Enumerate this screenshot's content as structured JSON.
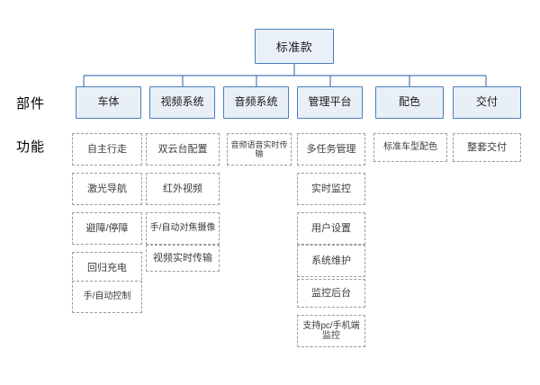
{
  "diagram": {
    "root": {
      "label": "标准款"
    },
    "row_labels": [
      {
        "label": "部件"
      },
      {
        "label": "功能"
      }
    ],
    "categories": [
      {
        "label": "车体"
      },
      {
        "label": "视频系统"
      },
      {
        "label": "音频系统"
      },
      {
        "label": "管理平台"
      },
      {
        "label": "配色"
      },
      {
        "label": "交付"
      }
    ],
    "columns": [
      {
        "category": "车体",
        "items": [
          {
            "label": "自主行走"
          },
          {
            "label": "激光导航"
          },
          {
            "label": "避障/停障"
          },
          {
            "label": "回归充电"
          },
          {
            "label": "手/自动控制"
          }
        ]
      },
      {
        "category": "视频系统",
        "items": [
          {
            "label": "双云台配置"
          },
          {
            "label": "红外视频"
          },
          {
            "label": "手/自动对焦摄像"
          },
          {
            "label": "视频实时传输"
          }
        ]
      },
      {
        "category": "音频系统",
        "items": [
          {
            "label": "音频语音实时传输"
          }
        ]
      },
      {
        "category": "管理平台",
        "items": [
          {
            "label": "多任务管理"
          },
          {
            "label": "实时监控"
          },
          {
            "label": "用户设置"
          },
          {
            "label": "系统维护"
          },
          {
            "label": "监控后台"
          },
          {
            "label": "支持pc/手机端监控"
          }
        ]
      },
      {
        "category": "配色",
        "items": [
          {
            "label": "标准车型配色"
          }
        ]
      },
      {
        "category": "交付",
        "items": [
          {
            "label": "整套交付"
          }
        ]
      }
    ],
    "colors": {
      "node_border": "#4a7ebb",
      "node_fill": "#e9eff7",
      "leaf_border": "#9a9a9a",
      "leaf_fill": "#ffffff",
      "connector": "#4a7ebb",
      "text": "#1a1a1a"
    }
  }
}
